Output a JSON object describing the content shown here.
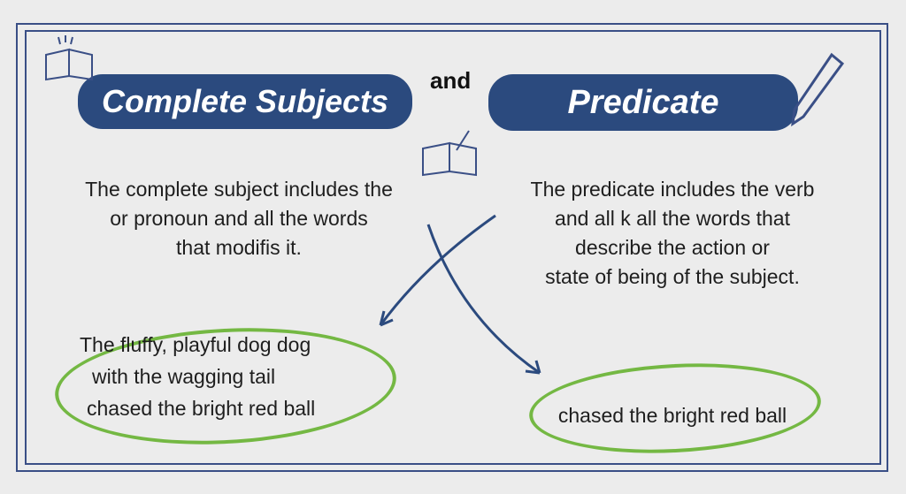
{
  "title_left": "Complete Subjects",
  "title_connector": "and",
  "title_right": "Predicate",
  "left_definition": [
    "The complete subject includes the",
    "or pronoun and all the words",
    "that modifis it."
  ],
  "right_definition": [
    "The predicate includes the verb",
    "and all k all the words that",
    "describe the action or",
    "state of being of the subject."
  ],
  "left_example": [
    "The fluffy, playful dog dog",
    "with the wagging tail",
    "chased the bright red ball"
  ],
  "right_example": "chased the bright red ball",
  "colors": {
    "banner": "#2b4a7e",
    "oval": "#74b843",
    "frame": "#3a4f86"
  }
}
